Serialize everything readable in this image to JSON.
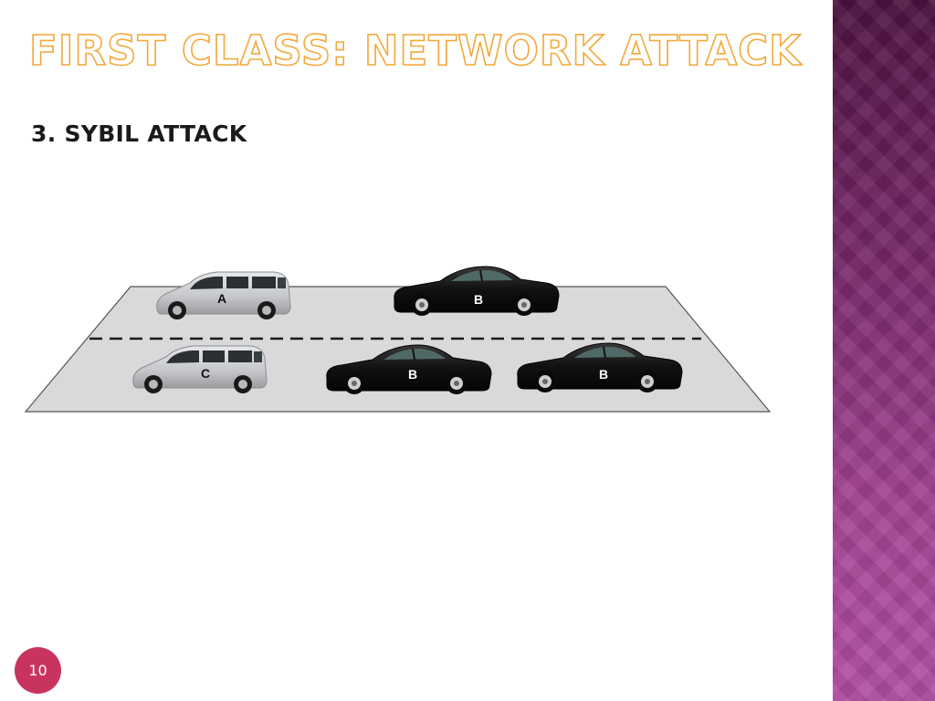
{
  "slide": {
    "title": "FIRST CLASS: NETWORK ATTACK",
    "subtitle": "3. SYBIL ATTACK",
    "page_number": "10"
  },
  "vehicles": [
    {
      "label": "A",
      "kind": "van",
      "lane": "upper",
      "color": "#c4c6ca"
    },
    {
      "label": "B",
      "kind": "sedan",
      "lane": "upper",
      "color": "#111111"
    },
    {
      "label": "C",
      "kind": "van",
      "lane": "lower",
      "color": "#c4c6ca"
    },
    {
      "label": "B",
      "kind": "sedan",
      "lane": "lower",
      "color": "#111111"
    },
    {
      "label": "B",
      "kind": "sedan",
      "lane": "lower",
      "color": "#111111"
    }
  ],
  "colors": {
    "title_orange": "#f2a93b",
    "road_gray": "#d9d9d9",
    "panel_purple": "#7a2a6c",
    "page_badge": "#c9345f"
  }
}
